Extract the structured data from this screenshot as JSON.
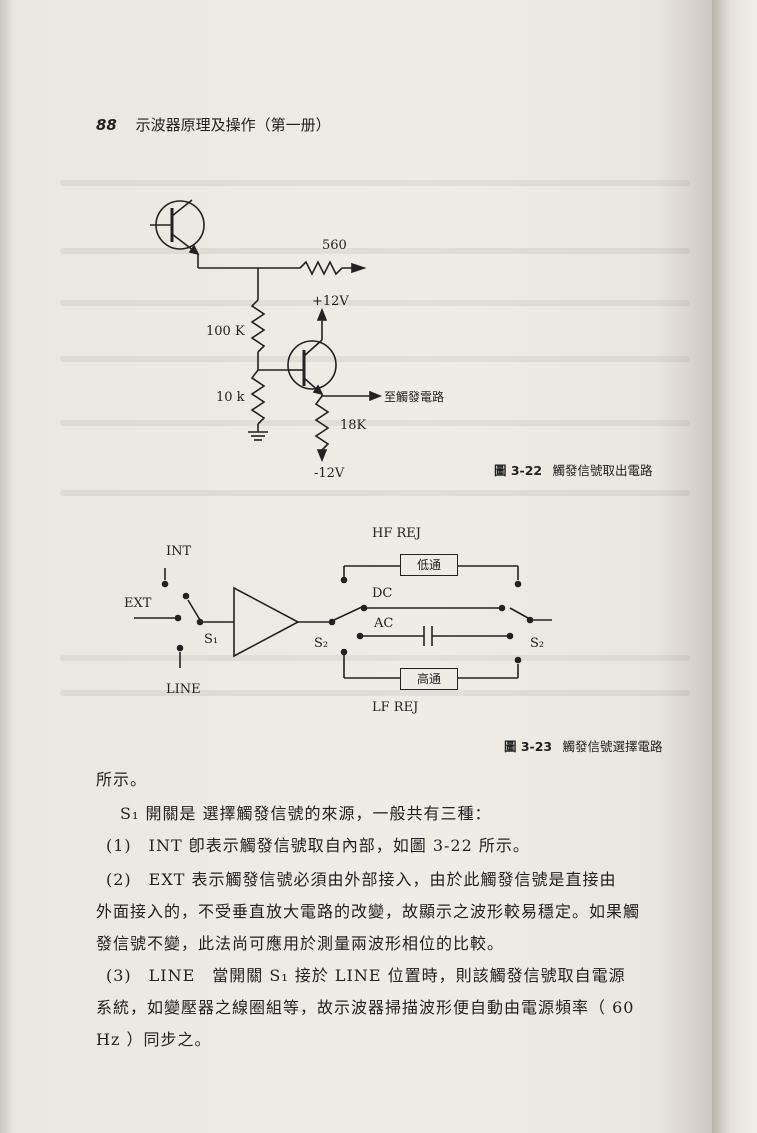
{
  "header": {
    "page_number": "88",
    "title": "示波器原理及操作（第一册）"
  },
  "figure1": {
    "labels": {
      "r560": "560",
      "plus12": "+12V",
      "r100k": "100 K",
      "r10k": "10 k",
      "r18k": "18K",
      "minus12": "-12V",
      "to_trigger": "至觸發電路"
    },
    "caption_num": "圖 3-22",
    "caption_text": "觸發信號取出電路"
  },
  "figure2": {
    "labels": {
      "hf_rej": "HF  REJ",
      "lowpass": "低通",
      "int": "INT",
      "ext": "EXT",
      "dc": "DC",
      "ac": "AC",
      "s1": "S₁",
      "s2_left": "S₂",
      "s2_right": "S₂",
      "highpass": "高通",
      "line": "LINE",
      "lf_rej": "LF  REJ"
    },
    "caption_num": "圖 3-23",
    "caption_text": "觸發信號選擇電路"
  },
  "body": {
    "p0": "所示。",
    "p1": "S₁ 開關是 選擇觸發信號的來源，一般共有三種：",
    "p2": "(1)　INT 卽表示觸發信號取自內部，如圖 3-22 所示。",
    "p3a": "(2)　EXT 表示觸發信號必須由外部接入，由於此觸發信號是直接由",
    "p3b": "外面接入的，不受垂直放大電路的改變，故顯示之波形較易穩定。如果觸",
    "p3c": "發信號不變，此法尚可應用於測量兩波形相位的比較。",
    "p4a": "(3)　LINE　當開關 S₁ 接於 LINE 位置時，則該觸發信號取自電源",
    "p4b": "系統，如變壓器之線圈組等，故示波器掃描波形便自動由電源頻率（ 60",
    "p4c": "Hz ）同步之。"
  }
}
